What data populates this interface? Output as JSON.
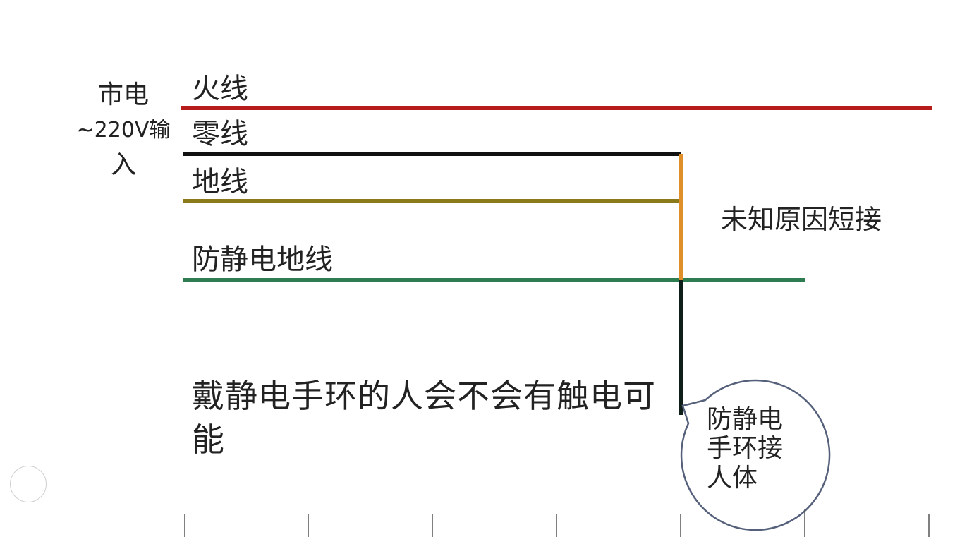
{
  "mains": {
    "line1": "市电",
    "line2": "~220V输",
    "line3": "入"
  },
  "wires": {
    "live": {
      "label": "火线",
      "color": "#b71c1c"
    },
    "neutral": {
      "label": "零线",
      "color": "#111111"
    },
    "earth": {
      "label": "地线",
      "color": "#8a7a1a"
    },
    "esd_earth": {
      "label": "防静电地线",
      "color": "#2e7d52"
    }
  },
  "short_connection": {
    "label": "未知原因短接",
    "color": "#e0902a"
  },
  "wrist_strap_lead": {
    "color": "#0e1f1a"
  },
  "question": "戴静电手环的人会不会有触电可能",
  "callout": {
    "text": "防静电手环接人体"
  }
}
